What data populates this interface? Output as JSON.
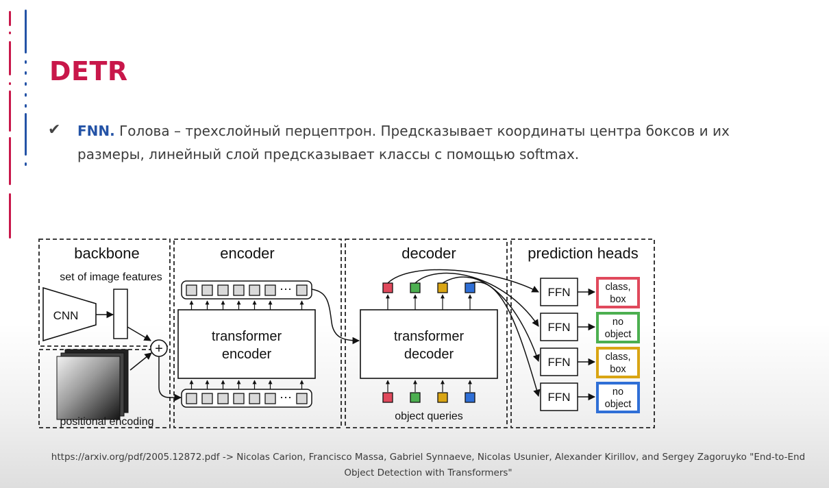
{
  "slide": {
    "title": "DETR",
    "bullet": {
      "keyword": "FNN.",
      "line1": " Голова – трехслойный перцептрон. Предсказывает координаты центра боксов и их",
      "line2": "размеры, линейный слой предсказывает классы с помощью softmax."
    },
    "citation": {
      "line1": "https://arxiv.org/pdf/2005.12872.pdf  -> Nicolas Carion, Francisco Massa, Gabriel Synnaeve, Nicolas Usunier, Alexander Kirillov, and Sergey Zagoruyko \"End-to-End",
      "line2": "Object Detection with Transformers\""
    }
  },
  "diagram": {
    "sections": {
      "backbone": "backbone",
      "encoder": "encoder",
      "decoder": "decoder",
      "heads": "prediction heads"
    },
    "labels": {
      "image_features": "set of image features",
      "cnn": "CNN",
      "positional_encoding": "positional encoding",
      "plus": "+",
      "encoder_line1": "transformer",
      "encoder_line2": "encoder",
      "decoder_line1": "transformer",
      "decoder_line2": "decoder",
      "object_queries": "object queries",
      "ellipsis": "⋯"
    },
    "heads": [
      {
        "ffn": "FFN",
        "line1": "class,",
        "line2": "box",
        "color": "#e0495c"
      },
      {
        "ffn": "FFN",
        "line1": "no",
        "line2": "object",
        "color": "#4caf50"
      },
      {
        "ffn": "FFN",
        "line1": "class,",
        "line2": "box",
        "color": "#d9a514"
      },
      {
        "ffn": "FFN",
        "line1": "no",
        "line2": "object",
        "color": "#2f6fd6"
      }
    ],
    "query_colors": [
      "#e0495c",
      "#4caf50",
      "#d9a514",
      "#2f6fd6"
    ],
    "token_fill": "#d9d9d9"
  }
}
